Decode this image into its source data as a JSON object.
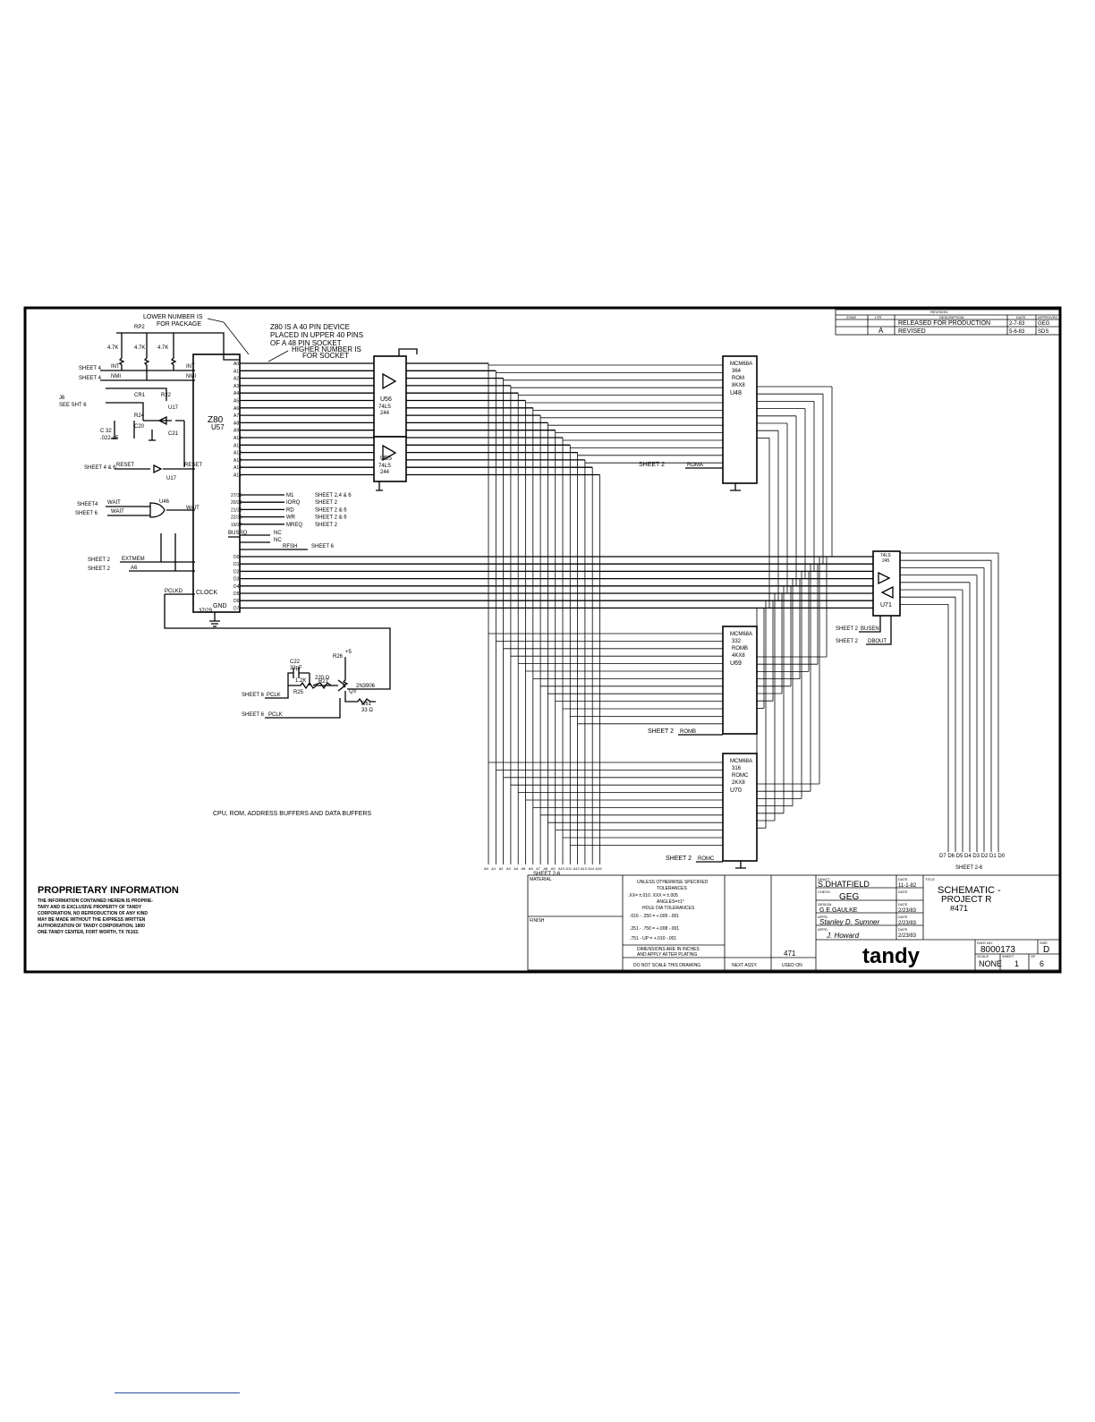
{
  "annotations": {
    "lower_number_note": [
      "LOWER NUMBER IS",
      "FOR PACKAGE"
    ],
    "z80_note": [
      "Z80 IS A 40 PIN DEVICE",
      "PLACED IN UPPER 40 PINS",
      "OF A 48 PIN SOCKET"
    ],
    "higher_number_note": [
      "HIGHER NUMBER IS",
      "FOR SOCKET"
    ],
    "caption": "CPU, ROM, ADDRESS BUFFERS AND DATA BUFFERS",
    "j6_note": [
      "J6",
      "SEE SHT 6"
    ]
  },
  "chips": {
    "u57": {
      "name": "Z80",
      "ref": "U57",
      "clock": "CLOCK",
      "gnd": "GND",
      "pin_gnd": "37/29"
    },
    "u56": {
      "type": "74LS",
      "part": "244",
      "ref": "U56"
    },
    "u55": {
      "type": "74LS",
      "part": "244",
      "ref": "U55"
    },
    "u48": {
      "maker": "MCM68A",
      "part": "364",
      "kind": "ROM",
      "size": "8KX8",
      "ref": "U48"
    },
    "u69": {
      "maker": "MCM68A",
      "part": "332",
      "kind": "ROMB",
      "size": "4KX8",
      "ref": "U69"
    },
    "u70": {
      "maker": "MCM68A",
      "part": "316",
      "kind": "ROMC",
      "size": "2KX8",
      "ref": "U70"
    },
    "u71": {
      "type": "74LS",
      "part": "245",
      "ref": "U71"
    },
    "u17": {
      "ref": "U17"
    },
    "u46": {
      "ref": "U46"
    }
  },
  "left_signals": {
    "int": "INT",
    "nmi": "NMI",
    "reset": "RESET",
    "wait": "WAIT",
    "extmem": "EXTMEM",
    "a6": "A6",
    "pclkd": "PCLKD",
    "sheet4_a": "SHEET 4",
    "sheet4_b": "SHEET 4",
    "sheet4_6": "SHEET 4 & 6",
    "sheet4_wait": "SHEET4",
    "sheet6_wait": "SHEET 6",
    "sheet2_a": "SHEET 2",
    "sheet2_b": "SHEET 2",
    "r_47k_1": "4.7K",
    "r_47k_2": "4.7K",
    "r_47k_3": "4.7K",
    "rp2": "RP2",
    "cr1": "CR1",
    "r22": "R22",
    "r24": "R24",
    "c32": "C 32",
    "c32_val": ".022 uF",
    "c20": "C20",
    "c21": "C21"
  },
  "control_outputs": [
    {
      "pin": "27/35",
      "sig": "M1",
      "dest": "SHEET 2,4 & 6"
    },
    {
      "pin": "20/28",
      "sig": "IORQ",
      "dest": "SHEET 2"
    },
    {
      "pin": "21/29",
      "sig": "RD",
      "dest": "SHEET 2 & 6"
    },
    {
      "pin": "22/30",
      "sig": "WR",
      "dest": "SHEET 2 & 6"
    },
    {
      "pin": "19/27",
      "sig": "MREQ",
      "dest": "SHEET 2"
    }
  ],
  "busrq": {
    "sig": "BUSRQ",
    "nc1": "NC",
    "nc2": "NC",
    "rfsh": "RFSH",
    "dest": "SHEET 6"
  },
  "address_pins": [
    "A0",
    "A1",
    "A2",
    "A3",
    "A4",
    "A5",
    "A6",
    "A7",
    "A8",
    "A9",
    "A10",
    "A11",
    "A12",
    "A13",
    "A14",
    "A15"
  ],
  "data_pins": [
    "D0",
    "D1",
    "D2",
    "D3",
    "D4",
    "D5",
    "D6",
    "D7"
  ],
  "rom_signals": {
    "u48_enable": "SHEET 2",
    "u48_sig": "ROMA",
    "u69_enable": "SHEET 2",
    "u69_sig": "ROMB",
    "u70_enable": "SHEET 2",
    "u70_sig": "ROMC",
    "u71_dir": "SHEET 2",
    "u71_dir_sig": "BUSEN",
    "u71_en": "SHEET 2",
    "u71_en_sig": "DBOUT"
  },
  "bus_labels": {
    "address_bottom": [
      "A0",
      "A1",
      "A2",
      "A3",
      "A4",
      "A5",
      "A6",
      "A7",
      "A8",
      "A9",
      "A10",
      "A11",
      "A12",
      "A13",
      "A14",
      "A15"
    ],
    "address_dest": "SHEET 2-6",
    "data_bottom": "D7 D6 D5 D4 D3 D2 D1 D0",
    "data_dest": "SHEET 2-6"
  },
  "clock_circuit": {
    "c22": "C22",
    "c22_val": "33pF",
    "r25": "R25",
    "r25_val": "1.2K",
    "r27": "R27",
    "r27_val": "220 Ω",
    "r26": "R26",
    "q3": "Q3",
    "q3_part": "2N3906",
    "r61": "R61",
    "r61_val": "33 Ω",
    "vcc": "+5",
    "in_label": "SHEET 6",
    "in_sig": "PCLK",
    "out_label": "SHEET 6",
    "out_sig": "PCLK"
  },
  "revision_block": {
    "header": "REVISION",
    "columns": [
      "ZONE",
      "LTR",
      "DESCRIPTION",
      "DATE",
      "APPROVED"
    ],
    "rows": [
      {
        "zone": "",
        "ltr": "",
        "desc": "RELEASED FOR PRODUCTION",
        "date": "2-7-83",
        "approved": "GEG"
      },
      {
        "zone": "",
        "ltr": "A",
        "desc": "REVISED",
        "date": "5-6-83",
        "approved": "SDS"
      }
    ]
  },
  "proprietary": {
    "title": "PROPRIETARY INFORMATION",
    "body": [
      "THE INFORMATION CONTAINED HEREIN IS PROPRIE-",
      "TARY AND IS EXCLUSIVE PROPERTY OF TANDY",
      "CORPORATION, NO REPRODUCTION OF ANY KIND",
      "MAY BE MADE WITHOUT THE EXPRESS WRITTEN",
      "AUTHORIZATION OF TANDY CORPORATION, 1800",
      "ONE TANDY CENTER, FORT WORTH, TX 76102."
    ]
  },
  "title_block": {
    "material": "MATERIAL",
    "finish": "FINISH",
    "tolerances": [
      "UNLESS OTHERWISE SPECIFIED",
      "TOLERANCES",
      ".XX= ±.010    .XXX = ±.005",
      "ANGLES=±1°",
      "HOLE DIA TOLERANCES",
      ".016 - .250 = +.005 -.001",
      ".251 - .750 = +.008 -.001",
      ".751 - UP = +.010 -.001",
      "DIMENSIONS ARE IN INCHES",
      "AND APPLY AFTER PLATING"
    ],
    "do_not_scale": "DO NOT SCALE THIS DRAWING",
    "next_assy": "NEXT ASSY.",
    "used_on": "USED ON",
    "next_assy_val": "471",
    "draft_label": "DRAFT",
    "draft": "S.DHATFIELD",
    "check_label": "CHECK",
    "check": "GEG",
    "design_label": "DESIGN",
    "design": "G.E.GAULKE",
    "appd_label": "APPD",
    "appd": "Stanley D. Sumner",
    "appd2_label": "APPD",
    "appd2": "J. Howard",
    "date_label": "DATE",
    "dates": [
      "11-1-82",
      "",
      "2/23/83",
      "2/23/83",
      "2/23/83"
    ],
    "title_label": "TITLE",
    "title": [
      "SCHEMATIC -",
      "PROJECT R",
      "#471"
    ],
    "logo": "tandy",
    "dwg_label": "DWG NO.",
    "dwg": "8000173",
    "size_label": "SIZE",
    "size": "D",
    "scale_label": "SCALE",
    "scale": "NONE",
    "sheet_label": "SHEET",
    "sheet": "1",
    "of_label": "OF",
    "of": "6"
  }
}
